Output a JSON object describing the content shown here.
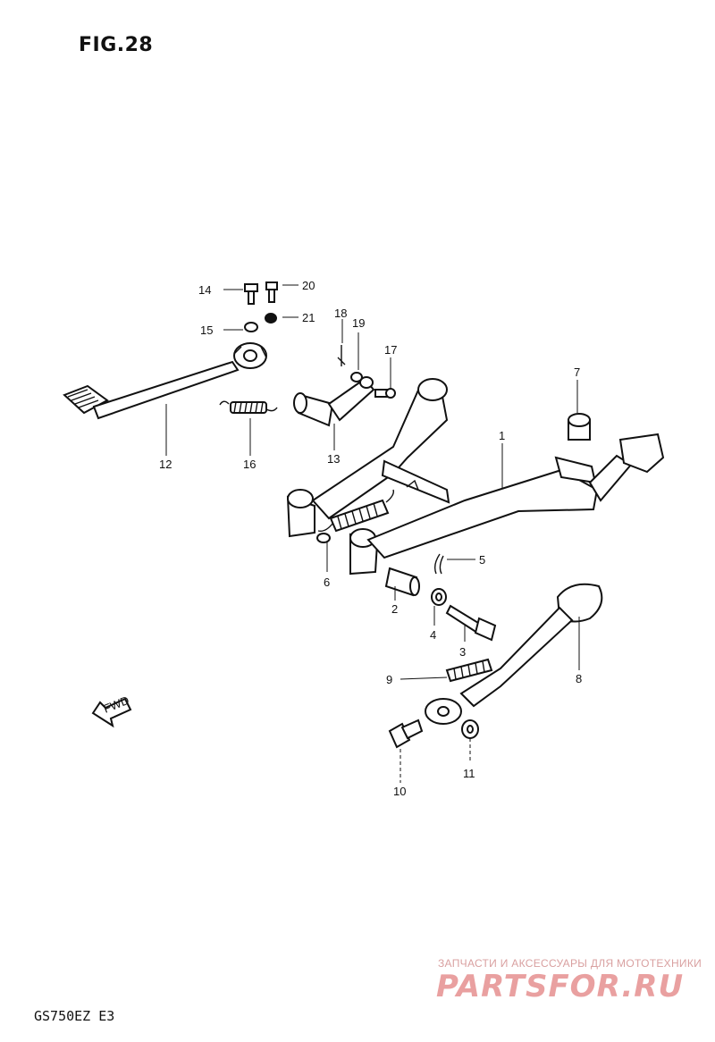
{
  "figure_title": "FIG.28",
  "model_code": "GS750EZ  E3",
  "watermark": {
    "tagline": "ЗАПЧАСТИ И АКСЕССУАРЫ ДЛЯ МОТОТЕХНИКИ",
    "brand": "PARTSFOR.RU"
  },
  "direction_arrow": "FWD",
  "callouts": {
    "p1": "1",
    "p2": "2",
    "p3": "3",
    "p4": "4",
    "p5": "5",
    "p6": "6",
    "p7": "7",
    "p8": "8",
    "p9": "9",
    "p10": "10",
    "p11": "11",
    "p12": "12",
    "p13": "13",
    "p14": "14",
    "p15": "15",
    "p16": "16",
    "p17": "17",
    "p18": "18",
    "p19": "19",
    "p20": "20",
    "p21": "21"
  },
  "colors": {
    "ink": "#111111",
    "watermark": "#e9a0a0"
  }
}
